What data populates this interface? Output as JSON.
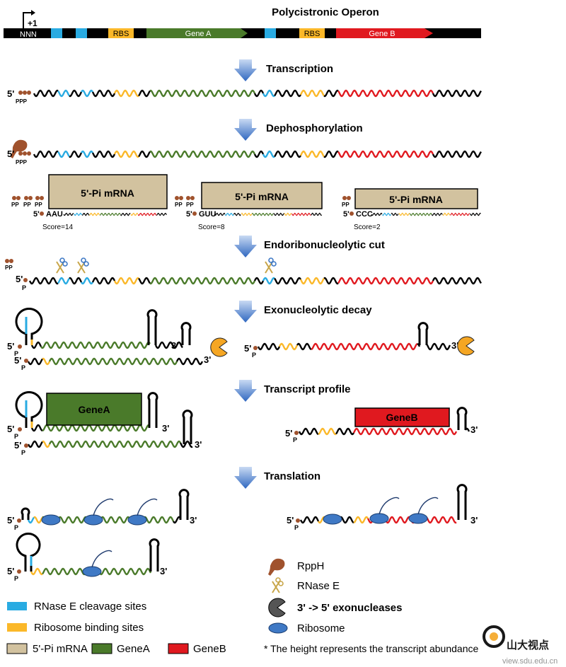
{
  "title": "Polycistronic Operon",
  "operon": {
    "tss": "+1",
    "nnn": "NNN",
    "rbs1": "RBS",
    "gene_a": "Gene A",
    "rbs2": "RBS",
    "gene_b": "Gene B"
  },
  "steps": {
    "transcription": "Transcription",
    "dephosphorylation": "Dephosphorylation",
    "endo": "Endoribonucleolytic cut",
    "exo": "Exonucleolytic decay",
    "profile": "Transcript profile",
    "translation": "Translation"
  },
  "marks": {
    "five": "5'",
    "three": "3'",
    "ppp": "PPP",
    "pp": "PP",
    "p": "P"
  },
  "pi_boxes": [
    {
      "label": "5'-Pi mRNA",
      "seq": "AAU",
      "score": "Score=14"
    },
    {
      "label": "5'-Pi mRNA",
      "seq": "GUU",
      "score": "Score=8"
    },
    {
      "label": "5'-Pi mRNA",
      "seq": "CCC",
      "score": "Score=2"
    }
  ],
  "profile": {
    "gene_a": "GeneA",
    "gene_b": "GeneB"
  },
  "legend": {
    "cleavage": "RNase E cleavage sites",
    "rbs": "Ribosome binding sites",
    "pi": "5'-Pi mRNA",
    "gene_a": "GeneA",
    "gene_b": "GeneB",
    "note": "* The height represents the transcript abundance",
    "rpph": "RppH",
    "rnase": "RNase E",
    "exo": "3' -> 5' exonucleases",
    "ribosome": "Ribosome"
  },
  "watermark": {
    "brand": "山大视点",
    "url": "view.sdu.edu.cn"
  },
  "colors": {
    "cleavage": "#29abe2",
    "rbs": "#fbb829",
    "gene_a": "#4a7a2a",
    "gene_b": "#e0191f",
    "pi_box": "#d2c29f",
    "arrow": "#3a74c8",
    "phosphate": "#a0522d",
    "ribosome": "#3f79c5"
  }
}
